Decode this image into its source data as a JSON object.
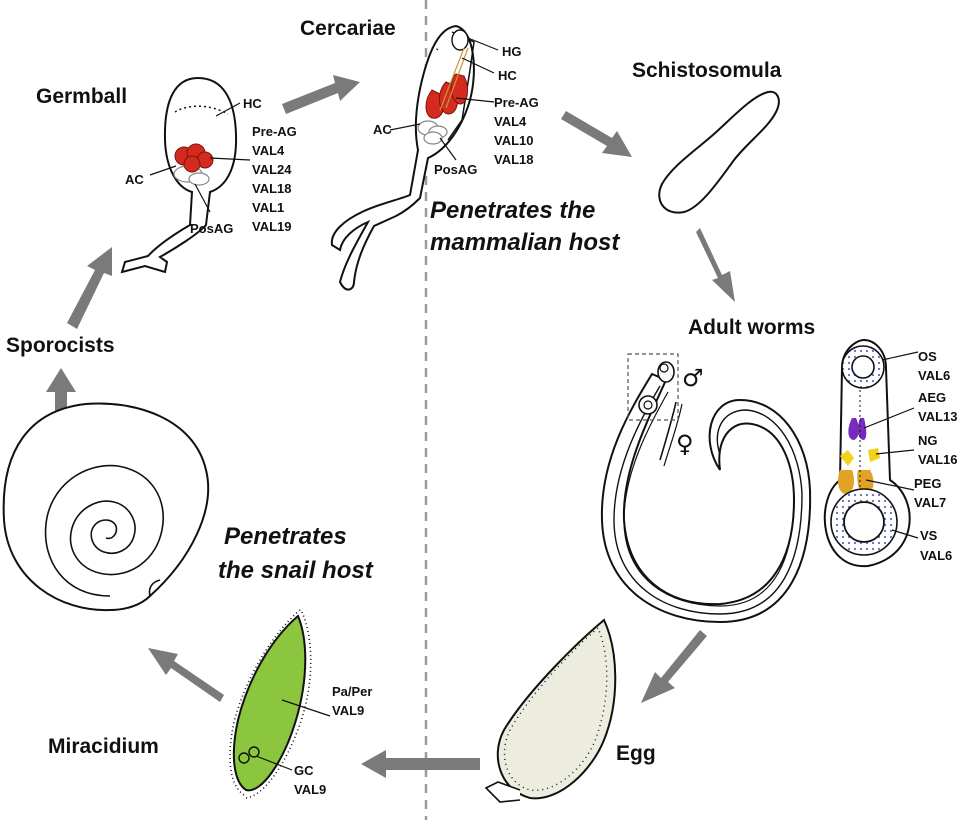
{
  "stages": {
    "germball": "Germball",
    "cercariae": "Cercariae",
    "schistosomula": "Schistosomula",
    "adult_worms": "Adult worms",
    "egg": "Egg",
    "miracidium": "Miracidium",
    "sporocists": "Sporocists"
  },
  "hosts": {
    "mammalian_line1": "Penetrates the",
    "mammalian_line2": "mammalian host",
    "snail_line1": "Penetrates",
    "snail_line2": "the snail host"
  },
  "germball_labels": {
    "hc": "HC",
    "ac": "AC",
    "posag": "PosAG",
    "genes": [
      "Pre-AG",
      "VAL4",
      "VAL24",
      "VAL18",
      "VAL1",
      "VAL19"
    ]
  },
  "cercariae_labels": {
    "hg": "HG",
    "hc": "HC",
    "ac": "AC",
    "posag": "PosAG",
    "genes": [
      "Pre-AG",
      "VAL4",
      "VAL10",
      "VAL18"
    ]
  },
  "adult_labels": {
    "male_symbol": "♂",
    "female_symbol": "♀",
    "os": "OS",
    "os_val": "VAL6",
    "aeg": "AEG",
    "aeg_val": "VAL13",
    "ng": "NG",
    "ng_val": "VAL16",
    "peg": "PEG",
    "peg_val": "VAL7",
    "vs": "VS",
    "vs_val": "VAL6"
  },
  "miracidium_labels": {
    "paper": "Pa/Per",
    "paper_val": "VAL9",
    "gc": "GC",
    "gc_val": "VAL9"
  },
  "colors": {
    "arrow": "#7a7a7a",
    "divider": "#9a9a9a",
    "gland_red": "#d42a1f",
    "gland_purple": "#7a2bbf",
    "gland_yellow": "#f2d21a",
    "gland_orange": "#e0a326",
    "miracidium_green": "#8cc63f",
    "egg_fill": "#ececdf",
    "dotted_blue": "#5a6fb8"
  }
}
